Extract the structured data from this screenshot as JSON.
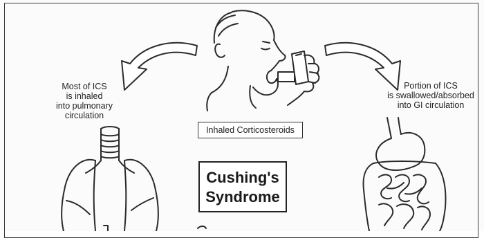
{
  "labels": {
    "pulmonary": "Most of ICS\nis inhaled\ninto pulmonary\ncirculation",
    "gi": "Portion of ICS\nis swallowed/absorbed\ninto GI circulation",
    "center": "Inhaled Corticosteroids",
    "outcome_line1": "Cushing's",
    "outcome_line2": "Syndrome"
  },
  "colors": {
    "stroke": "#2a2a2a",
    "background": "#fbfbfb"
  },
  "icons": [
    "person-inhaler-icon",
    "lungs-icon",
    "stomach-intestines-icon",
    "curved-arrow-left-icon",
    "curved-arrow-right-icon"
  ]
}
